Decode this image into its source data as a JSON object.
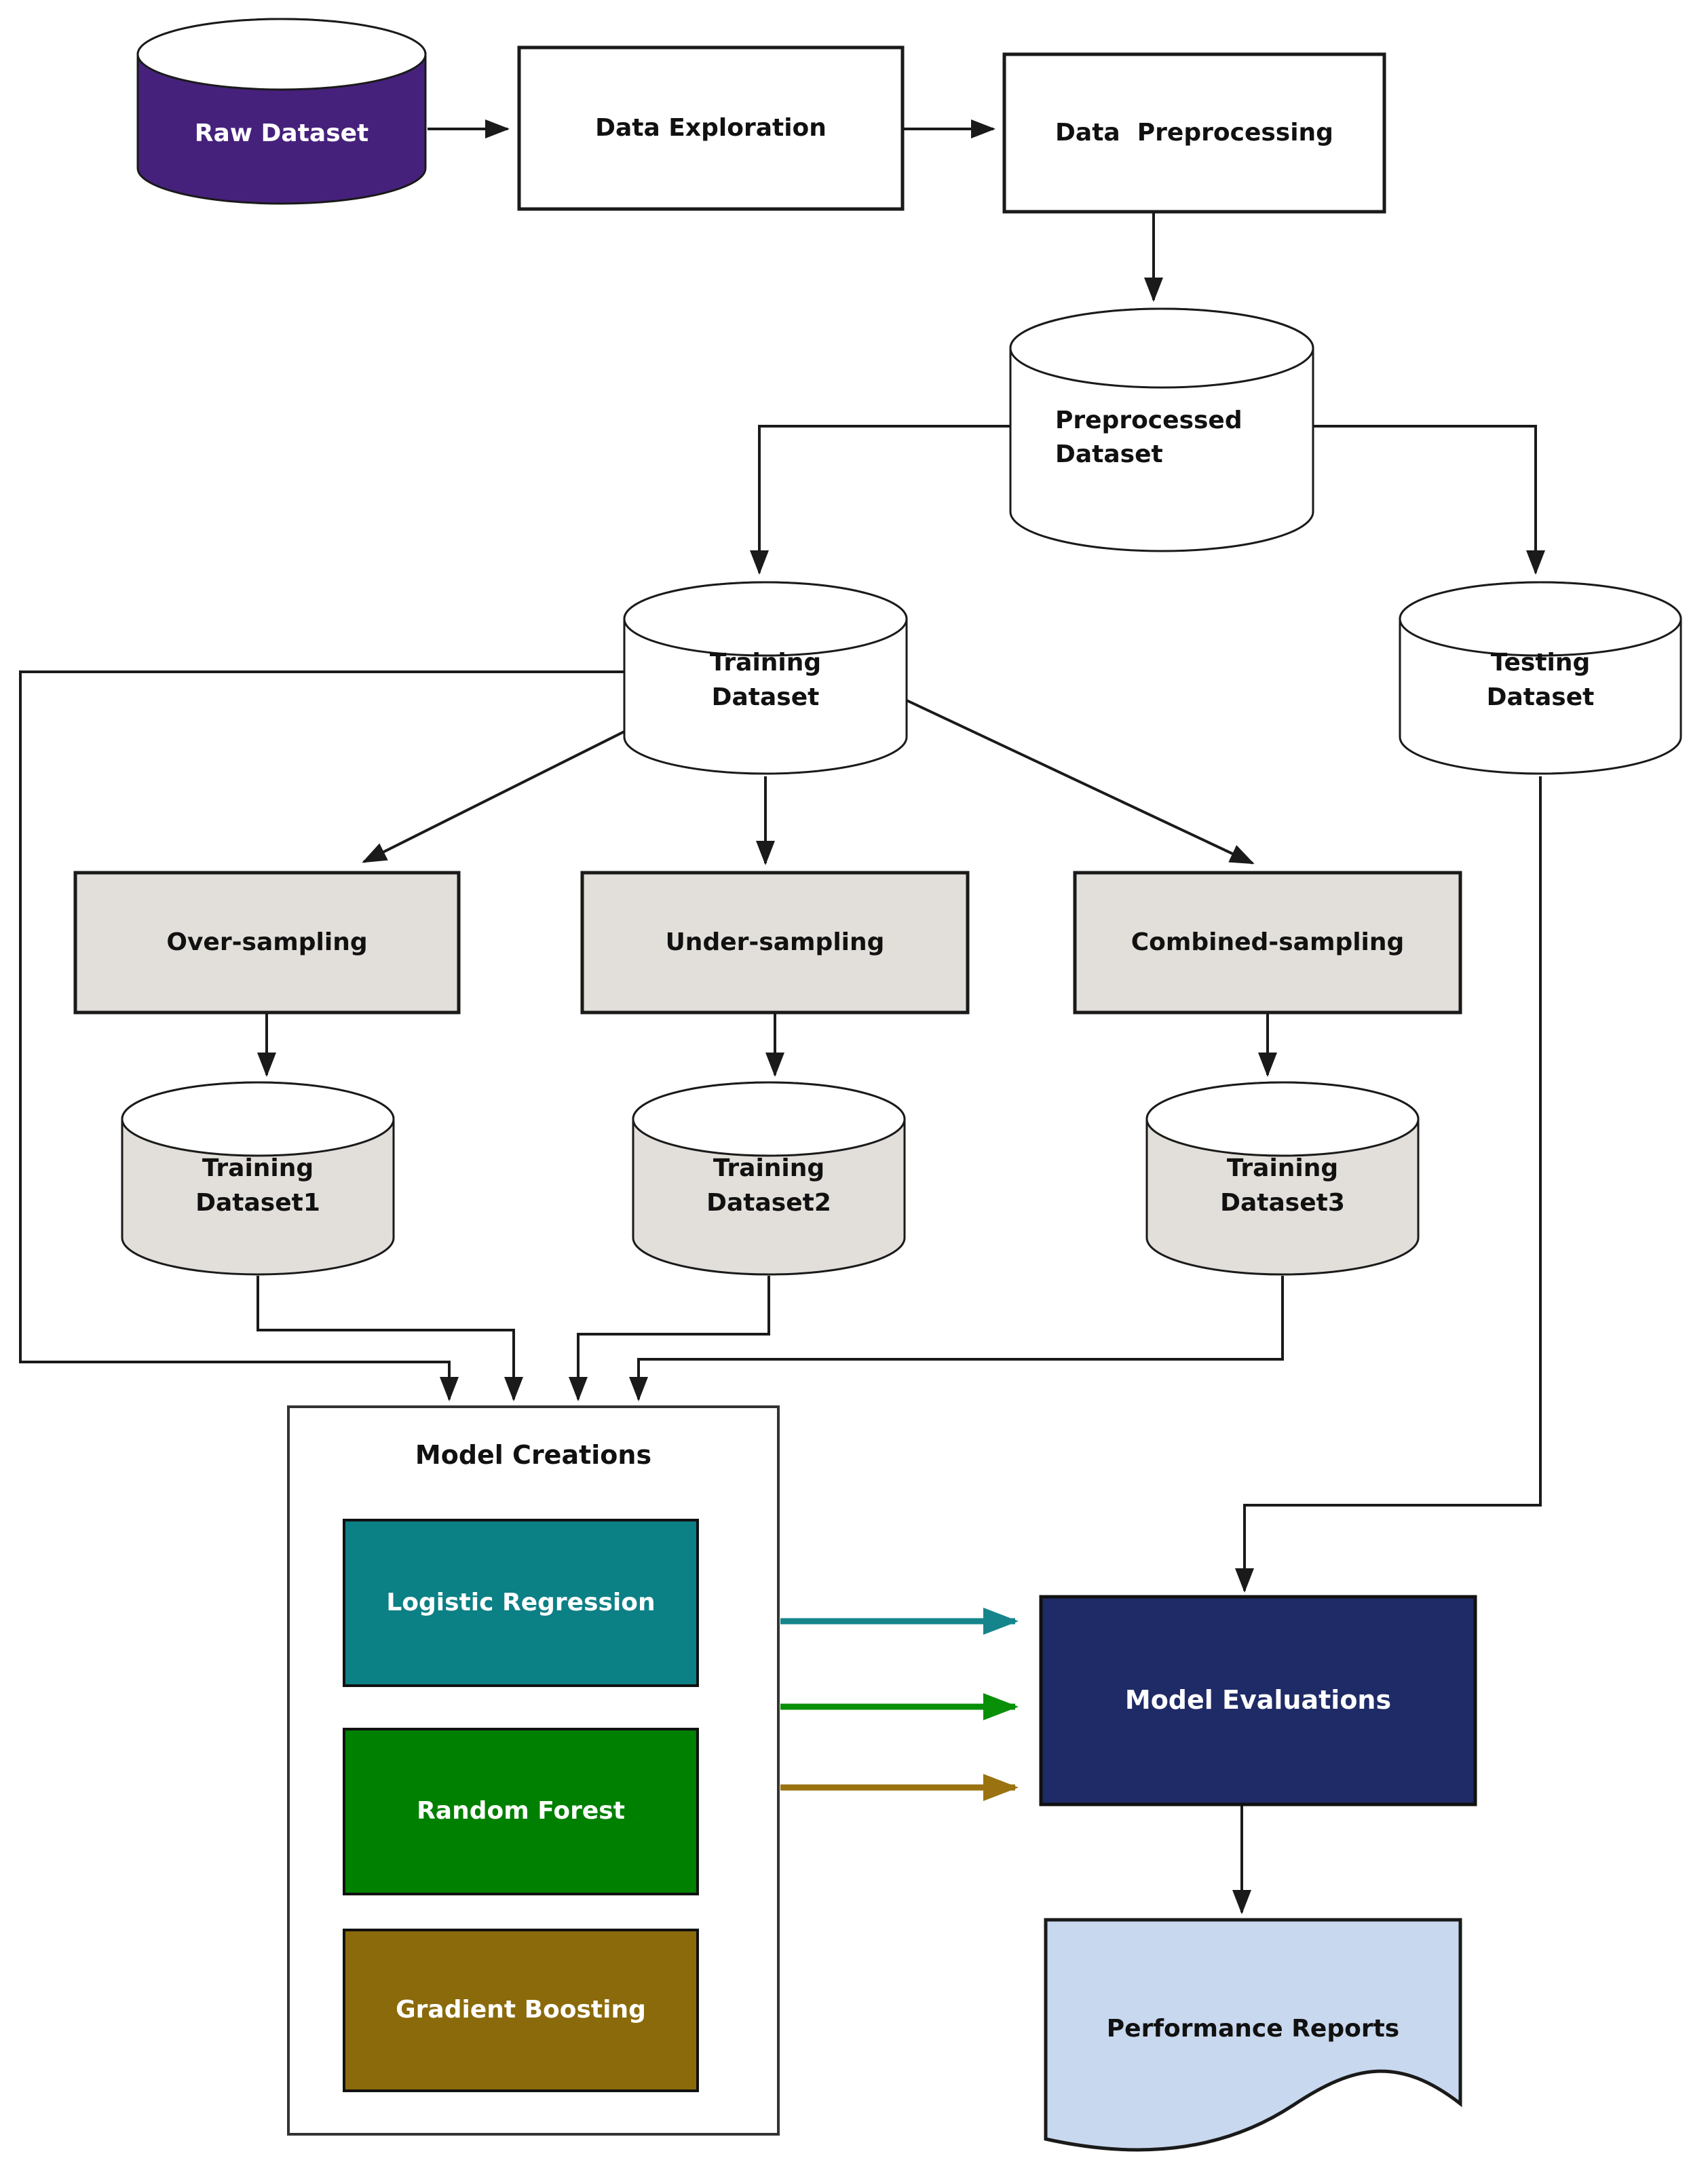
{
  "diagram": {
    "nodes": {
      "raw_dataset": {
        "label": "Raw Dataset",
        "fill": "#46217c",
        "shape": "cylinder"
      },
      "data_exploration": {
        "label": "Data Exploration",
        "fill": "#ffffff",
        "shape": "rect"
      },
      "data_preprocessing": {
        "label": "Data  Preprocessing",
        "fill": "#ffffff",
        "shape": "rect"
      },
      "preprocessed_dataset": {
        "label": "Preprocessed\nDataset",
        "fill": "#ffffff",
        "shape": "cylinder"
      },
      "training_dataset": {
        "label": "Training\nDataset",
        "fill": "#ffffff",
        "shape": "cylinder"
      },
      "testing_dataset": {
        "label": "Testing\nDataset",
        "fill": "#ffffff",
        "shape": "cylinder"
      },
      "over_sampling": {
        "label": "Over-sampling",
        "fill": "#e2ded9",
        "shape": "rect"
      },
      "under_sampling": {
        "label": "Under-sampling",
        "fill": "#e2ded9",
        "shape": "rect"
      },
      "combined_sampling": {
        "label": "Combined-sampling",
        "fill": "#e2ded9",
        "shape": "rect"
      },
      "training_dataset1": {
        "label": "Training\nDataset1",
        "fill": "#e2ded9",
        "shape": "cylinder"
      },
      "training_dataset2": {
        "label": "Training\nDataset2",
        "fill": "#e2ded9",
        "shape": "cylinder"
      },
      "training_dataset3": {
        "label": "Training\nDataset3",
        "fill": "#e2ded9",
        "shape": "cylinder"
      },
      "model_creations": {
        "label": "Model Creations",
        "fill": "#ffffff",
        "shape": "rect-group"
      },
      "logistic_regression": {
        "label": "Logistic Regression",
        "fill": "#0b8085",
        "shape": "rect"
      },
      "random_forest": {
        "label": "Random Forest",
        "fill": "#008000",
        "shape": "rect"
      },
      "gradient_boosting": {
        "label": "Gradient Boosting",
        "fill": "#8a6a0b",
        "shape": "rect"
      },
      "model_evaluations": {
        "label": "Model Evaluations",
        "fill": "#1e2b66",
        "shape": "rect"
      },
      "performance_reports": {
        "label": "Performance Reports",
        "fill": "#c8d8ee",
        "shape": "document"
      }
    },
    "arrow_colors": {
      "default": "#1a1a1a",
      "logistic_regression": "#15858b",
      "random_forest": "#089008",
      "gradient_boosting": "#9a7310"
    }
  }
}
